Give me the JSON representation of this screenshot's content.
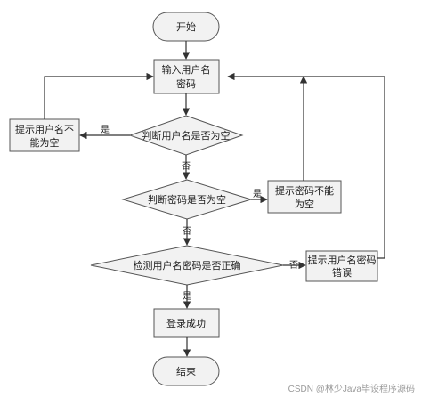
{
  "nodes": {
    "start": "开始",
    "input": [
      "输入用户名",
      "密码"
    ],
    "check_user_empty": "判断用户名是否为空",
    "user_empty_msg": [
      "提示用户名不",
      "能为空"
    ],
    "check_pwd_empty": "判断密码是否为空",
    "pwd_empty_msg": [
      "提示密码不能",
      "为空"
    ],
    "check_correct": "检测用户名密码是否正确",
    "wrong_msg": [
      "提示用户名密码",
      "错误"
    ],
    "login_success": "登录成功",
    "end": "结束"
  },
  "edges": {
    "yes": "是",
    "no": "否"
  },
  "watermark": "CSDN @林少Java毕设程序源码"
}
